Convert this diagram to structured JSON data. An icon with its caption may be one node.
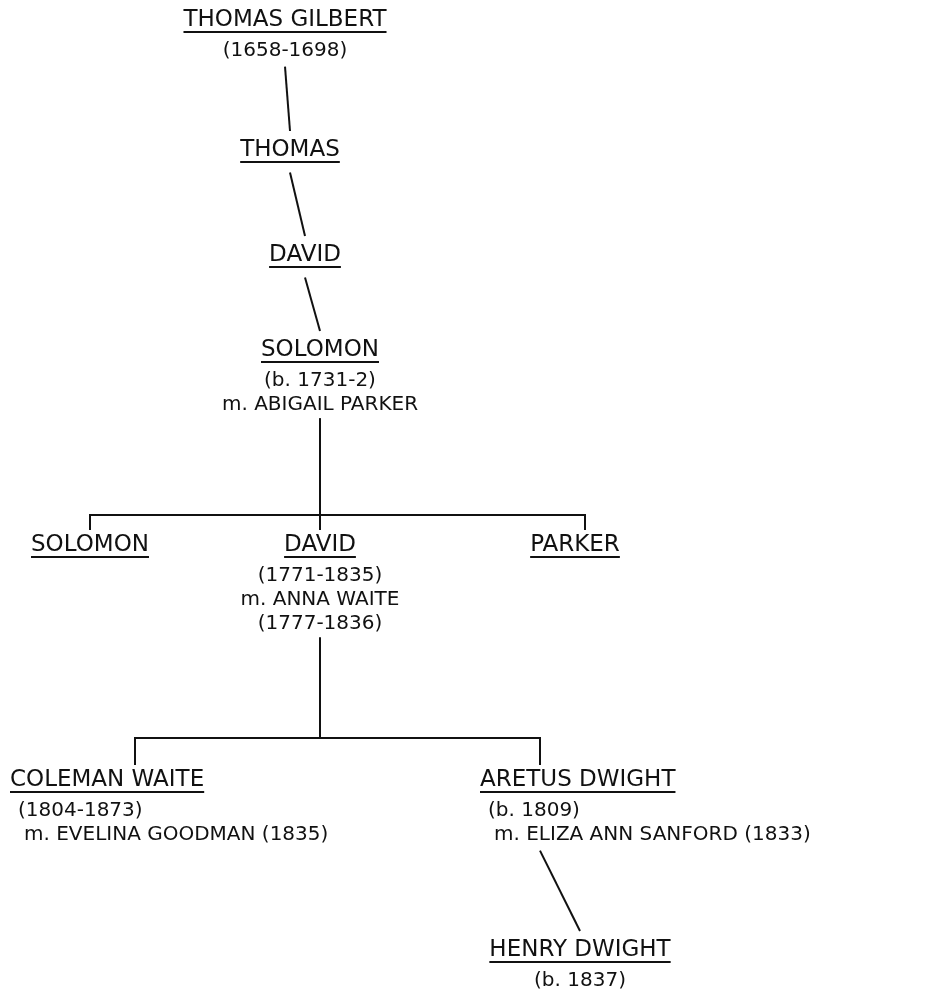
{
  "diagram": {
    "nodes": [
      {
        "text": [
          "THOMAS GILBERT",
          "(1658-1698)"
        ]
      },
      {
        "text": [
          "THOMAS"
        ]
      },
      {
        "text": [
          "DAVID"
        ]
      },
      {
        "text": [
          "SOLOMON",
          "(b. 1731-2)",
          "m. ABIGAIL PARKER"
        ]
      },
      {
        "text": [
          "SOLOMON"
        ]
      },
      {
        "text": [
          "DAVID",
          "(1771-1835)",
          "m. ANNA WAITE",
          "(1777-1836)"
        ]
      },
      {
        "text": [
          "PARKER"
        ]
      },
      {
        "text": [
          "COLEMAN WAITE",
          "(1804-1873)",
          "m. EVELINA GOODMAN (1835)"
        ]
      },
      {
        "text": [
          "ARETUS DWIGHT",
          "(b. 1809)",
          "m. ELIZA ANN SANFORD (1833)"
        ]
      },
      {
        "text": [
          "HENRY DWIGHT",
          "(b. 1837)"
        ]
      }
    ],
    "edges": [
      {
        "from": 0,
        "to": 1,
        "arrow": "none"
      },
      {
        "from": 1,
        "to": 2,
        "arrow": "none"
      },
      {
        "from": 2,
        "to": 3,
        "arrow": "none"
      },
      {
        "from": 3,
        "to": 4,
        "arrow": "none"
      },
      {
        "from": 3,
        "to": 5,
        "arrow": "none"
      },
      {
        "from": 3,
        "to": 6,
        "arrow": "none"
      },
      {
        "from": 5,
        "to": 7,
        "arrow": "none"
      },
      {
        "from": 5,
        "to": 8,
        "arrow": "none"
      },
      {
        "from": 8,
        "to": 9,
        "arrow": "none"
      }
    ]
  }
}
